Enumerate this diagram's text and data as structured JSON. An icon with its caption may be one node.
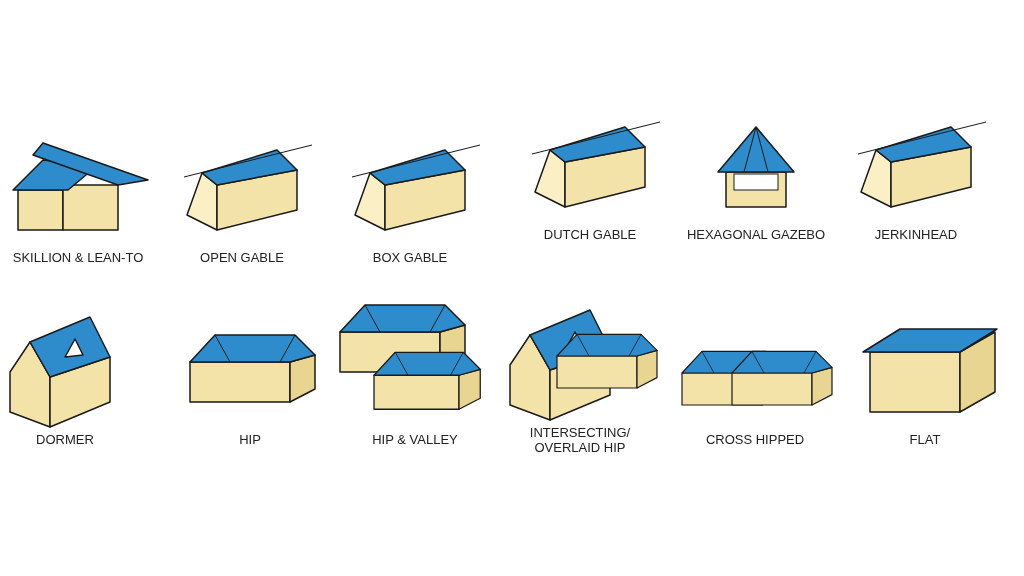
{
  "diagram": {
    "labels": [
      "SKILLION & LEAN-TO",
      "OPEN GABLE",
      "BOX GABLE",
      "DUTCH GABLE",
      "HEXAGONAL GAZEBO",
      "JERKINHEAD",
      "DORMER",
      "HIP",
      "HIP & VALLEY",
      "INTERSECTING/ OVERLAID HIP",
      "CROSS HIPPED",
      "FLAT"
    ]
  }
}
